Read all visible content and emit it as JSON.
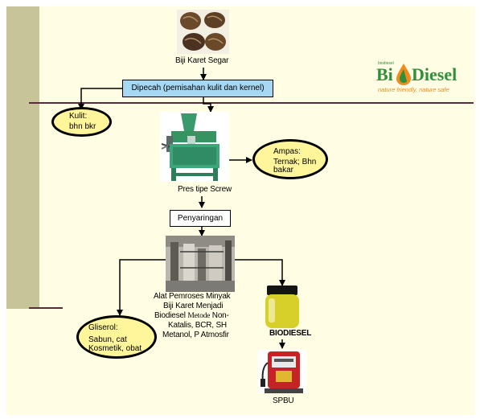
{
  "nodes": {
    "seeds_label": "Biji Karet Segar",
    "peel_box": "Dipecah (pemisahan kulit dan kernel)",
    "kulit_title": "Kulit:",
    "kulit_desc": "bhn bkr",
    "press_label": "Pres tipe Screw",
    "ampas_title": "Ampas:",
    "ampas_desc1": "Ternak; Bhn",
    "ampas_desc2": "bakar",
    "filter_box": "Penyaringan",
    "process_l1": "Alat Pemroses Minyak",
    "process_l2": "Biji Karet Menjadi",
    "process_l3a": "Biodiesel",
    "process_l3b": "Metode",
    "process_l3c": "Non-",
    "process_l4": "Katalis, BCR, SH",
    "process_l5": "Metanol, P Atmosfir",
    "gliserol_title": "Gliserol:",
    "gliserol_desc1": "Sabun, cat",
    "gliserol_desc2": "Kosmetik, obat",
    "biodiesel_label": "BIODIESEL",
    "spbu_label": "SPBU"
  },
  "logo": {
    "bi": "Bi",
    "diesel": "Diesel",
    "tagline": "nature friendly, nature safe",
    "small": "biodiesel"
  },
  "colors": {
    "slide_bg": "#fffde3",
    "sidebar": "#c8c49a",
    "rule": "#5a2a3e",
    "peel_box": "#a6d8f3",
    "ellipse_fill": "#fff59a",
    "logo_green": "#2f8f3a",
    "logo_orange": "#f28a1c"
  }
}
